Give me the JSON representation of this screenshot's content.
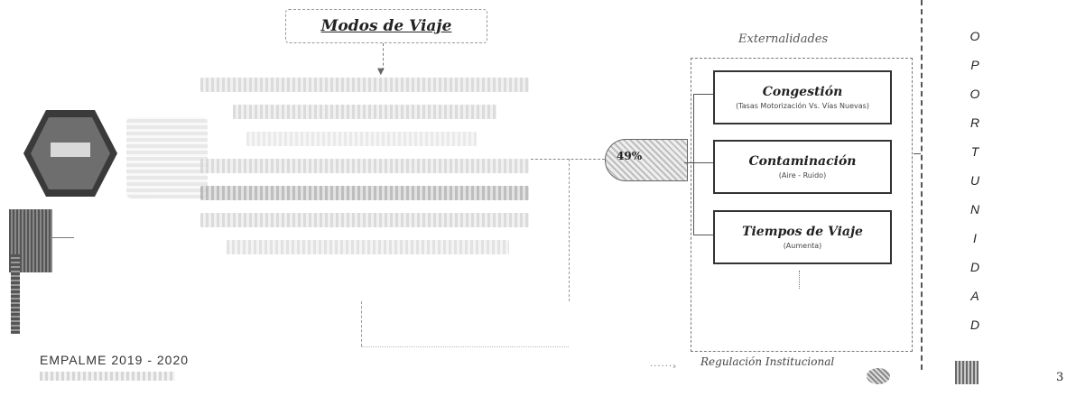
{
  "diagram": {
    "title": "Modos de Viaje",
    "externalities_label": "Externalidades",
    "percentage": "49%",
    "cards": [
      {
        "title": "Congestión",
        "subtitle": "(Tasas Motorización Vs. Vías Nuevas)"
      },
      {
        "title": "Contaminación",
        "subtitle": "(Aire - Ruido)"
      },
      {
        "title": "Tiempos de Viaje",
        "subtitle": "(Aumenta)"
      }
    ],
    "regulation_label": "Regulación Institucional",
    "vertical_word": [
      "O",
      "P",
      "O",
      "R",
      "T",
      "U",
      "N",
      "I",
      "D",
      "A",
      "D"
    ]
  },
  "footer": {
    "event": "EMPALME 2019 - 2020"
  },
  "page_number": "3"
}
